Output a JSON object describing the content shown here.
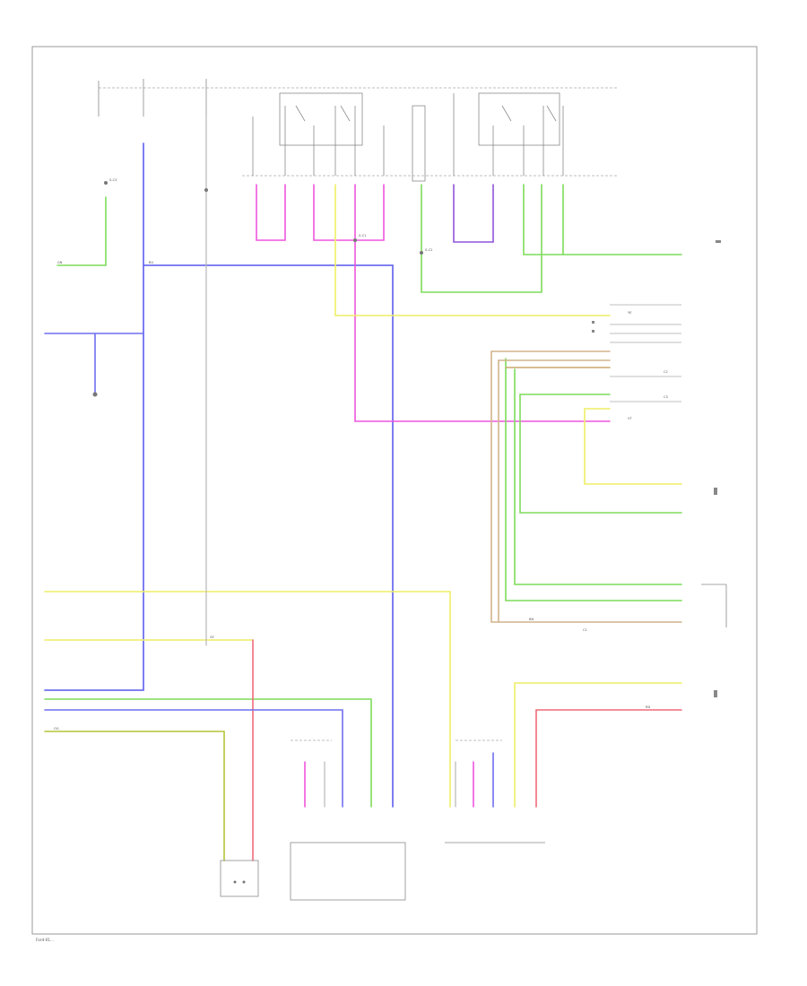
{
  "colors": {
    "background": "#ffffff",
    "frame": "#9a9a9a",
    "text": "#555555",
    "wire_green": "#7ddc5a",
    "wire_blue": "#6f6ff0",
    "wire_pink": "#ee55dd",
    "wire_yellow": "#eeee66",
    "wire_orange_brown": "#d2b48c",
    "wire_red": "#f06a7a",
    "wire_dark_green": "#5a9a3a",
    "wire_gray": "#b8b8b8"
  },
  "labels": {
    "footer_code": "Ford-01...",
    "splice_c1": "S-C1",
    "splice_c2": "S-C2",
    "splice_c3": "S-C3",
    "conn_c1": "C1",
    "conn_c2": "C2",
    "conn_c3": "C3",
    "wire_gn": "GN",
    "wire_bu": "BU",
    "wire_vt": "VT",
    "wire_ye": "YE",
    "wire_rd": "RD",
    "wire_og": "OG",
    "wire_bn": "BN",
    "wire_gy": "GY"
  }
}
